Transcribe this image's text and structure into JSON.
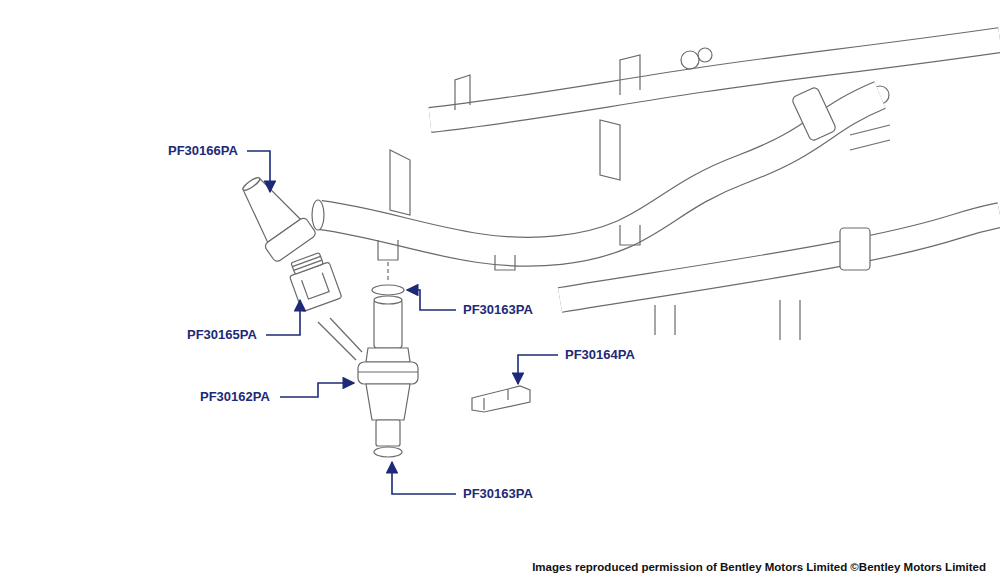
{
  "diagram": {
    "labels": [
      "PF30166PA",
      "PF30165PA",
      "PF30163PA",
      "PF30162PA",
      "PF30164PA",
      "PF30163PA",
      "Images reproduced permission of Bentley Motors Limited ©Bentley Motors Limited"
    ]
  }
}
